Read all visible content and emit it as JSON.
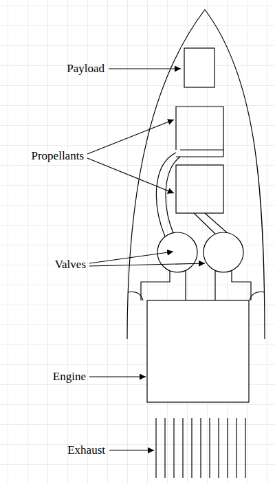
{
  "diagram": {
    "labels": [
      "Payload",
      "Propellants",
      "Valves",
      "Engine",
      "Exhaust"
    ]
  }
}
